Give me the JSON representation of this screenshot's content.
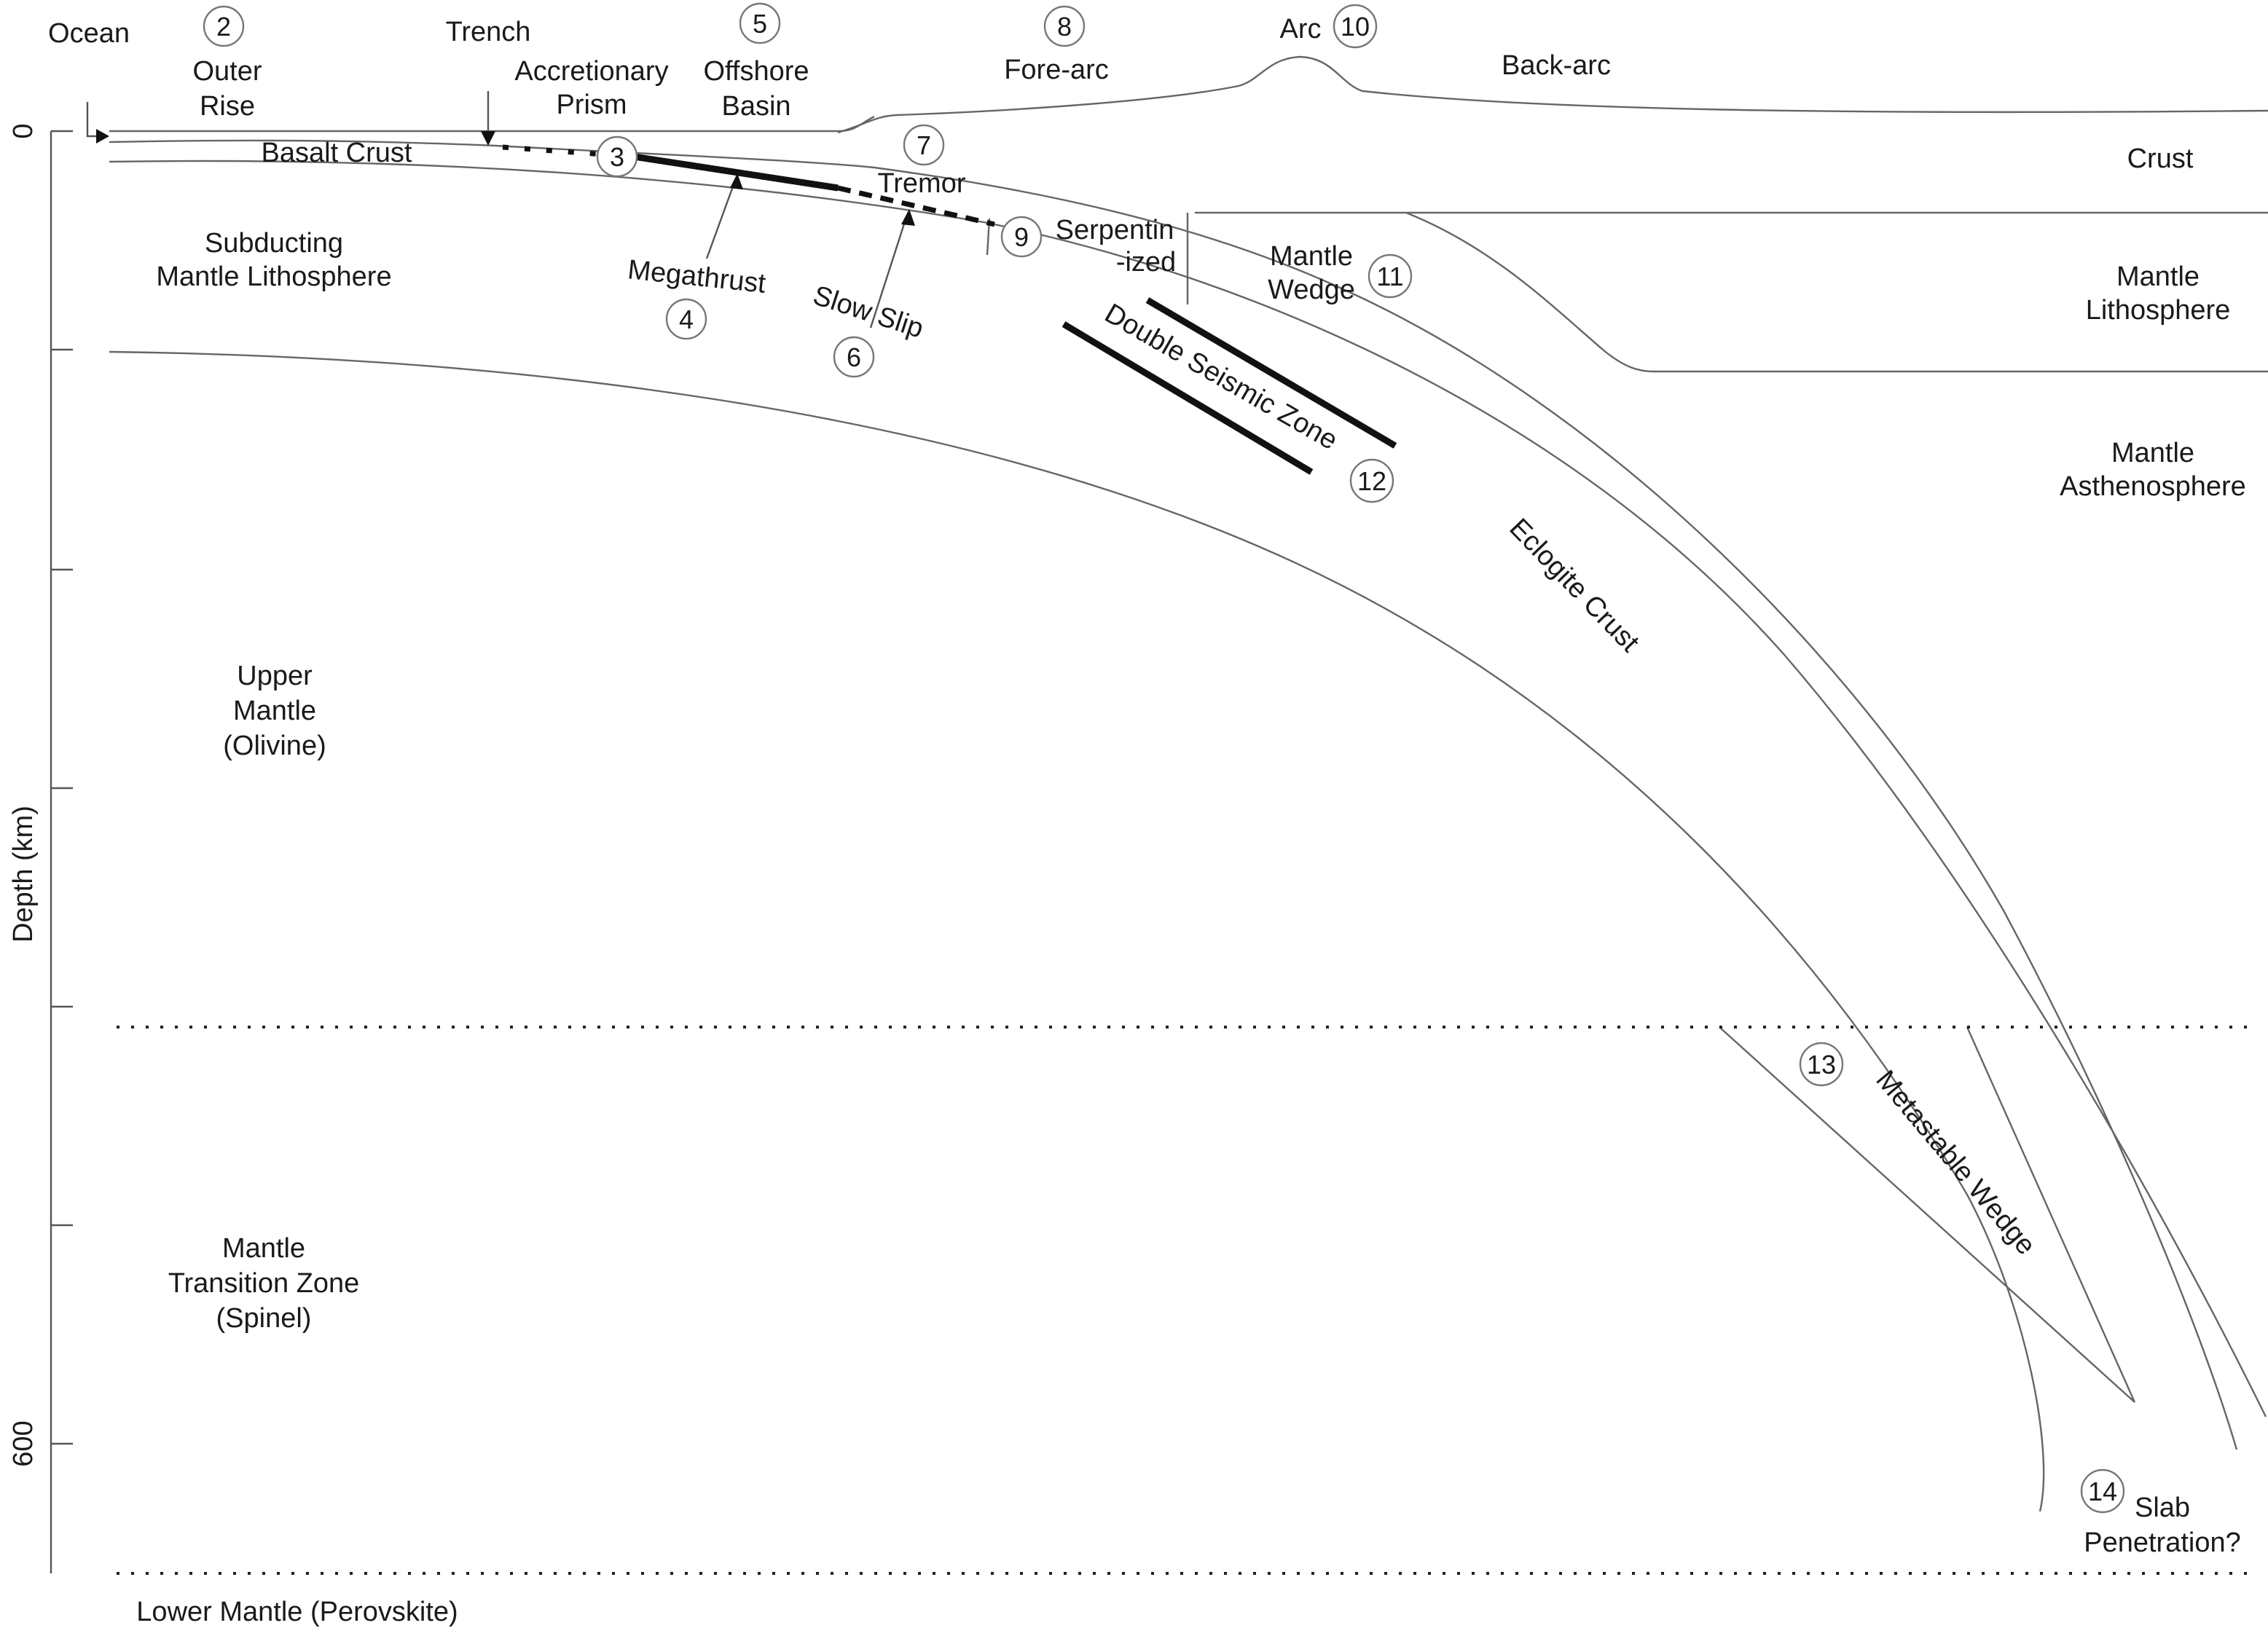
{
  "axis": {
    "label": "Depth (km)",
    "tick_top": "0",
    "tick_bottom": "600"
  },
  "surface_labels": {
    "ocean": "Ocean",
    "outer_rise": [
      "Outer",
      "Rise"
    ],
    "trench": "Trench",
    "accretionary_prism": [
      "Accretionary",
      "Prism"
    ],
    "offshore_basin": [
      "Offshore",
      "Basin"
    ],
    "fore_arc": "Fore-arc",
    "arc": "Arc",
    "back_arc": "Back-arc"
  },
  "layer_labels": {
    "basalt_crust": "Basalt Crust",
    "crust": "Crust",
    "subducting_mantle_lithosphere": [
      "Subducting",
      "Mantle Lithosphere"
    ],
    "mantle_lithosphere": [
      "Mantle",
      "Lithosphere"
    ],
    "mantle_asthenosphere": [
      "Mantle",
      "Asthenosphere"
    ],
    "mantle_wedge": [
      "Mantle",
      "Wedge"
    ],
    "serpentinized": [
      "Serpentin",
      "-ized"
    ],
    "upper_mantle": [
      "Upper",
      "Mantle",
      "(Olivine)"
    ],
    "mantle_transition_zone": [
      "Mantle",
      "Transition Zone",
      "(Spinel)"
    ],
    "lower_mantle": "Lower Mantle (Perovskite)"
  },
  "process_labels": {
    "tremor": "Tremor",
    "megathrust": "Megathrust",
    "slow_slip": "Slow Slip",
    "double_seismic_zone": "Double Seismic Zone",
    "eclogite_crust": "Eclogite Crust",
    "metastable_wedge": "Metastable Wedge",
    "slab_penetration": [
      "Slab",
      "Penetration?"
    ]
  },
  "markers": {
    "n2": "2",
    "n3": "3",
    "n4": "4",
    "n5": "5",
    "n6": "6",
    "n7": "7",
    "n8": "8",
    "n9": "9",
    "n10": "10",
    "n11": "11",
    "n12": "12",
    "n13": "13",
    "n14": "14"
  }
}
